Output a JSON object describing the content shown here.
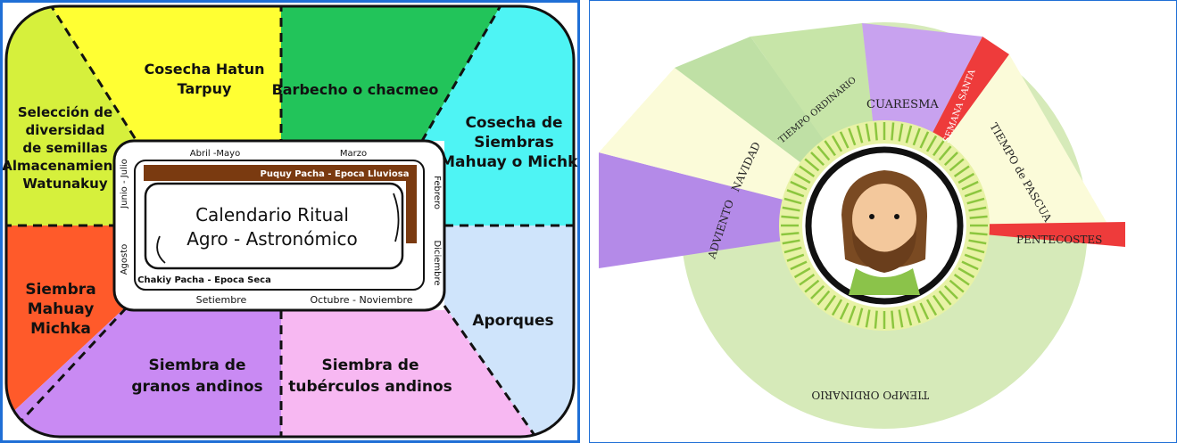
{
  "left": {
    "sectors": [
      {
        "id": "top-left",
        "lines": [
          "Cosecha Hatun",
          "Tarpuy"
        ],
        "color": "#ffff33"
      },
      {
        "id": "top-right",
        "lines": [
          "Barbecho o chacmeo"
        ],
        "color": "#22c45a"
      },
      {
        "id": "left-upper",
        "lines": [
          "Selección de",
          "diversidad",
          "de semillas",
          "Almacenamiento",
          "Watunakuy"
        ],
        "color": "#d6f03c"
      },
      {
        "id": "right-upper",
        "lines": [
          "Cosecha de",
          "Siembras",
          "Mahuay o Michka"
        ],
        "color": "#4ef4f4"
      },
      {
        "id": "left-lower",
        "lines": [
          "Siembra",
          "Mahuay",
          "Michka"
        ],
        "color": "#ff5a2a"
      },
      {
        "id": "right-lower",
        "lines": [
          "Aporques"
        ],
        "color": "#cfe4fb"
      },
      {
        "id": "bottom-left",
        "lines": [
          "Siembra de",
          "granos andinos"
        ],
        "color": "#c98af3"
      },
      {
        "id": "bottom-right",
        "lines": [
          "Siembra de",
          "tubérculos andinos"
        ],
        "color": "#f7b8f2"
      }
    ],
    "center": {
      "title_line1": "Calendario Ritual",
      "title_line2": "Agro - Astronómico",
      "rainy_season": "Puquy Pacha - Epoca Lluviosa",
      "dry_season": "Chakiy Pacha - Epoca Seca",
      "months": {
        "top_left": "Abril -Mayo",
        "top_right": "Marzo",
        "bottom_left": "Setiembre",
        "bottom_right": "Octubre - Noviembre",
        "left_top": "Junio - Julio",
        "left_bottom": "Agosto",
        "right_top": "Febrero",
        "right_bottom": "Diciembre"
      }
    }
  },
  "right": {
    "seasons": [
      {
        "label": "ADVIENTO",
        "color": "#b48ae8"
      },
      {
        "label": "NAVIDAD",
        "color": "#fbfbd9"
      },
      {
        "label": "TIEMPO ORDINARIO",
        "color": "#bfe0a5"
      },
      {
        "label": "CUARESMA",
        "color": "#c8a2ef"
      },
      {
        "label": "SEMANA SANTA",
        "color": "#ee3b3b"
      },
      {
        "label": "TIEMPO de PASCUA",
        "color": "#fbfbd9"
      },
      {
        "label": "PENTECOSTES",
        "color": "#ee3b3b"
      },
      {
        "label": "TIEMPO ORDINARIO",
        "color": "#bfe0a5"
      }
    ]
  }
}
